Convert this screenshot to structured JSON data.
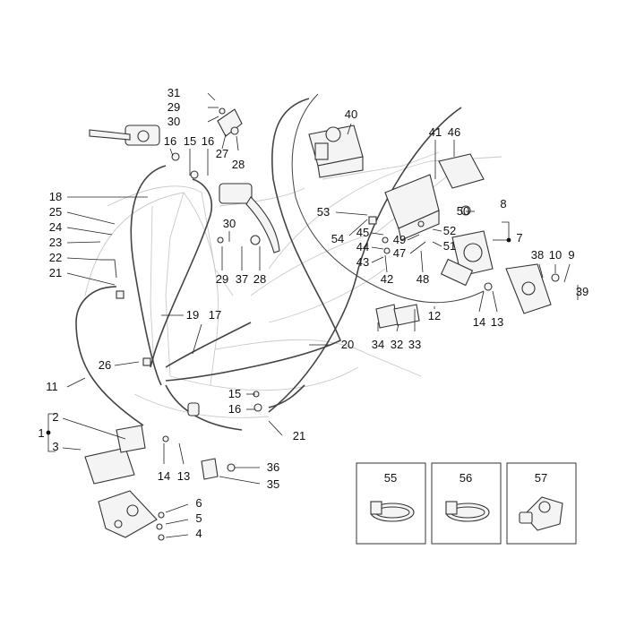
{
  "diagram": {
    "labels": [
      "31",
      "29",
      "30",
      "16",
      "15",
      "16",
      "27",
      "28",
      "40",
      "41",
      "46",
      "18",
      "25",
      "24",
      "23",
      "22",
      "21",
      "30",
      "53",
      "50",
      "8",
      "7",
      "54",
      "45",
      "44",
      "43",
      "49",
      "47",
      "52",
      "51",
      "48",
      "42",
      "38",
      "10",
      "9",
      "39",
      "29",
      "37",
      "28",
      "14",
      "13",
      "19",
      "17",
      "20",
      "12",
      "34",
      "32",
      "33",
      "26",
      "11",
      "15",
      "16",
      "21",
      "1",
      "2",
      "3",
      "14",
      "13",
      "36",
      "35",
      "6",
      "5",
      "4"
    ],
    "insets": [
      {
        "number": "55",
        "icon": "hose-clamp-icon"
      },
      {
        "number": "56",
        "icon": "hose-clamp-icon"
      },
      {
        "number": "57",
        "icon": "pipe-union-icon"
      }
    ],
    "colors": {
      "ink": "#222222",
      "frame": "#c9c9c9"
    }
  }
}
